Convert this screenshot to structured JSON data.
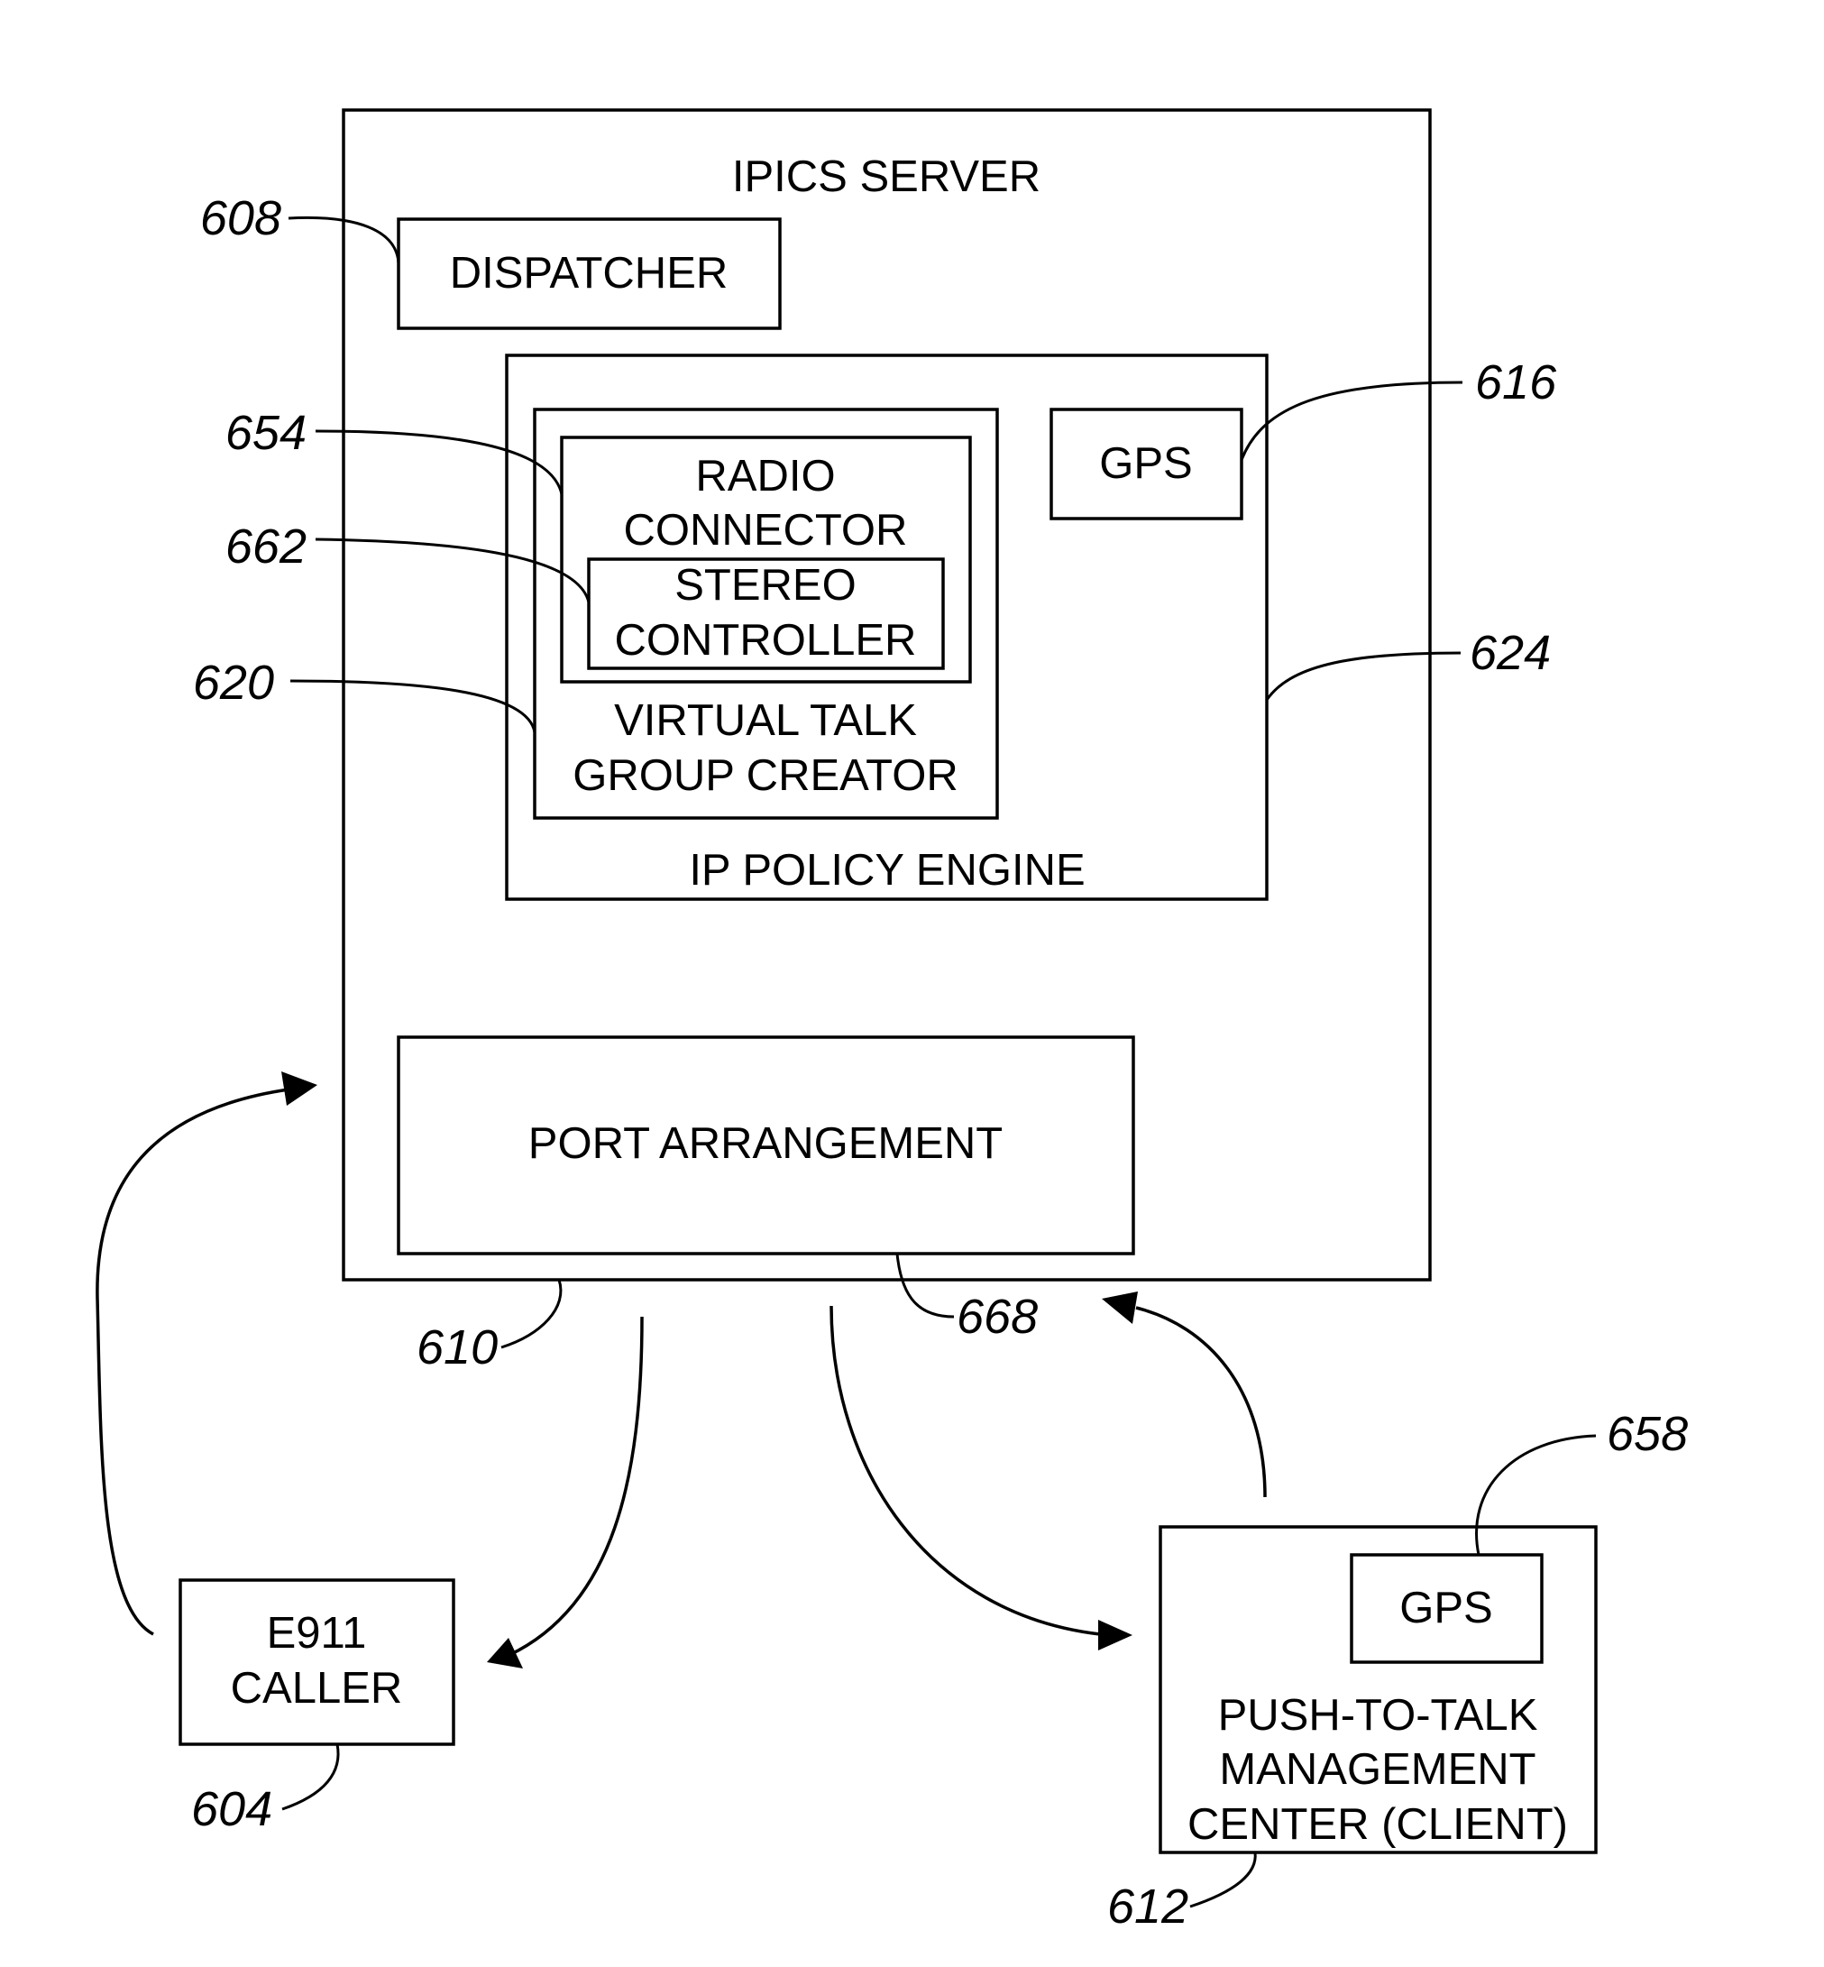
{
  "blocks": {
    "server": "IPICS SERVER",
    "dispatcher": "DISPATCHER",
    "gps_server": "GPS",
    "radio_connector": [
      "RADIO",
      "CONNECTOR"
    ],
    "stereo_controller": [
      "STEREO",
      "CONTROLLER"
    ],
    "vtg_creator": [
      "VIRTUAL TALK",
      "GROUP CREATOR"
    ],
    "policy_engine": "IP POLICY ENGINE",
    "port_arrangement": "PORT ARRANGEMENT",
    "caller": [
      "E911",
      "CALLER"
    ],
    "gps_client": "GPS",
    "ptt_center": [
      "PUSH-TO-TALK",
      "MANAGEMENT",
      "CENTER (CLIENT)"
    ]
  },
  "refs": {
    "dispatcher": "608",
    "radio_connector": "654",
    "stereo_controller": "662",
    "vtg_creator": "620",
    "gps_server": "616",
    "policy_engine": "624",
    "server": "610",
    "port_arrangement": "668",
    "caller": "604",
    "ptt_center": "612",
    "gps_client": "658"
  }
}
